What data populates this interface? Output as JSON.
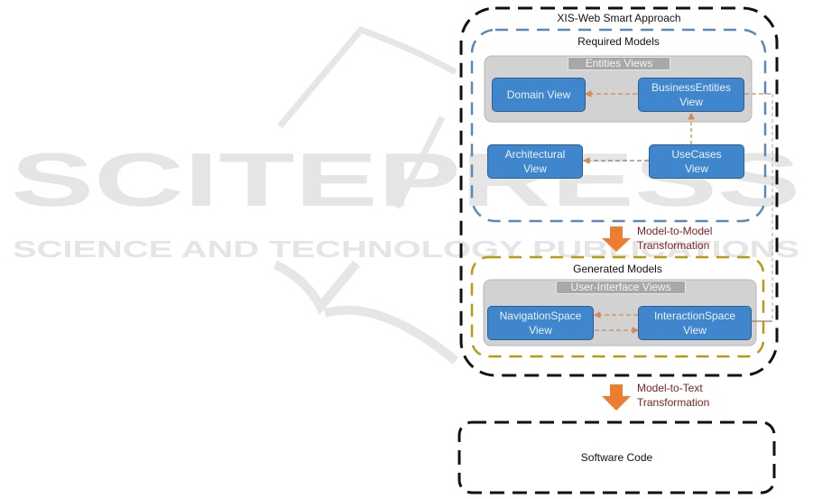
{
  "watermark": {
    "main": "SCITEPRESS",
    "sub": "SCIENCE AND TECHNOLOGY PUBLICATIONS"
  },
  "diagram": {
    "outer_title": "XIS-Web Smart Approach",
    "required": {
      "title": "Required Models",
      "group_label": "Entities Views",
      "nodes": {
        "domain": "Domain View",
        "business": [
          "BusinessEntities",
          "View"
        ],
        "architectural": [
          "Architectural",
          "View"
        ],
        "usecases": [
          "UseCases",
          "View"
        ]
      }
    },
    "m2m": [
      "Model-to-Model",
      "Transformation"
    ],
    "generated": {
      "title": "Generated Models",
      "group_label": "User-Interface Views",
      "nodes": {
        "navigation": [
          "NavigationSpace",
          "View"
        ],
        "interaction": [
          "InteractionSpace",
          "View"
        ]
      }
    },
    "m2t": [
      "Model-to-Text",
      "Transformation"
    ],
    "software_code": "Software Code"
  },
  "colors": {
    "outer_border": "#111111",
    "required_border": "#5b89b5",
    "generated_border": "#b59a12",
    "node_fill": "#3f86cd",
    "group_fill": "#d2d2d2",
    "arrow_orange": "#ed7d31",
    "dashed_link": "#d08a5a",
    "transform_text": "#7b1f1f"
  }
}
